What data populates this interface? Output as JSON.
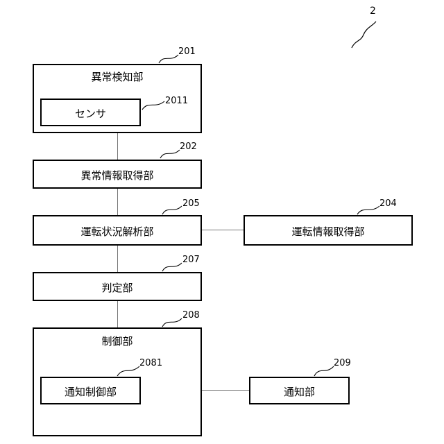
{
  "figure_number": "2",
  "blocks": {
    "anomaly_detection": {
      "label": "異常検知部",
      "ref": "201"
    },
    "sensor": {
      "label": "センサ",
      "ref": "2011"
    },
    "anomaly_info": {
      "label": "異常情報取得部",
      "ref": "202"
    },
    "driving_analysis": {
      "label": "運転状況解析部",
      "ref": "205"
    },
    "driving_info": {
      "label": "運転情報取得部",
      "ref": "204"
    },
    "judgment": {
      "label": "判定部",
      "ref": "207"
    },
    "control": {
      "label": "制御部",
      "ref": "208"
    },
    "notification_control": {
      "label": "通知制御部",
      "ref": "2081"
    },
    "notification": {
      "label": "通知部",
      "ref": "209"
    }
  }
}
